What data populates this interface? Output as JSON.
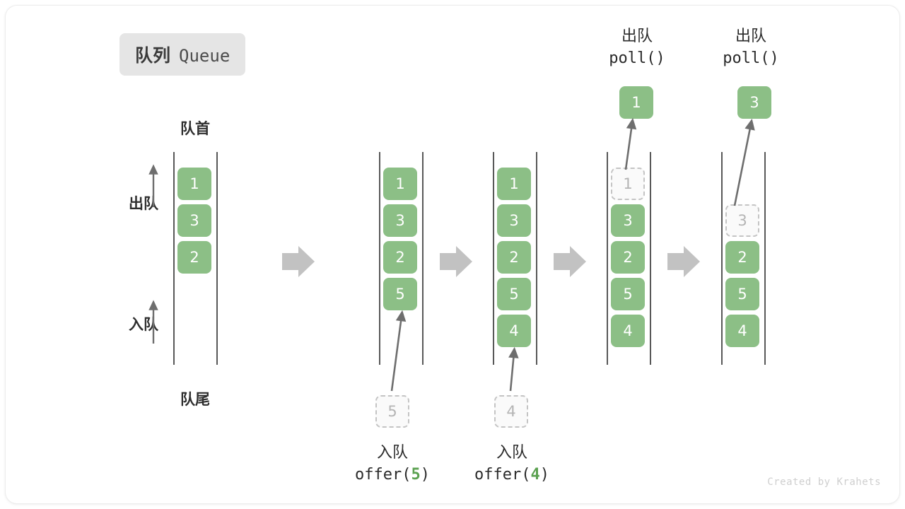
{
  "title": {
    "zh": "队列",
    "en": "Queue"
  },
  "labels": {
    "head": "队首",
    "tail": "队尾",
    "dequeue_side": "出队",
    "enqueue_side": "入队"
  },
  "watermark": "Created by Krahets",
  "colors": {
    "cell_fill": "#8cbf86",
    "cell_text": "#ffffff",
    "ghost_border": "#c4c4c4",
    "ghost_text": "#b4b4b4",
    "rail": "#585858",
    "arrow": "#6e6e6e",
    "step_arrow": "#c2c2c2",
    "badge_bg": "#e5e5e5",
    "accent_green": "#5ba150"
  },
  "diagram": {
    "type": "queue-operations",
    "columns": [
      {
        "name": "initial",
        "cells": [
          {
            "value": "1",
            "state": "filled"
          },
          {
            "value": "3",
            "state": "filled"
          },
          {
            "value": "2",
            "state": "filled"
          }
        ]
      },
      {
        "name": "after-offer-5",
        "cells": [
          {
            "value": "1",
            "state": "filled"
          },
          {
            "value": "3",
            "state": "filled"
          },
          {
            "value": "2",
            "state": "filled"
          },
          {
            "value": "5",
            "state": "filled"
          }
        ],
        "incoming": {
          "value": "5",
          "state": "ghost"
        },
        "caption": {
          "zh": "入队",
          "fn": "offer(",
          "arg": "5",
          "close": ")"
        }
      },
      {
        "name": "after-offer-4",
        "cells": [
          {
            "value": "1",
            "state": "filled"
          },
          {
            "value": "3",
            "state": "filled"
          },
          {
            "value": "2",
            "state": "filled"
          },
          {
            "value": "5",
            "state": "filled"
          },
          {
            "value": "4",
            "state": "filled"
          }
        ],
        "incoming": {
          "value": "4",
          "state": "ghost"
        },
        "caption": {
          "zh": "入队",
          "fn": "offer(",
          "arg": "4",
          "close": ")"
        }
      },
      {
        "name": "after-poll-1",
        "cells": [
          {
            "value": "1",
            "state": "ghost"
          },
          {
            "value": "3",
            "state": "filled"
          },
          {
            "value": "2",
            "state": "filled"
          },
          {
            "value": "5",
            "state": "filled"
          },
          {
            "value": "4",
            "state": "filled"
          }
        ],
        "outgoing": {
          "value": "1",
          "state": "filled"
        },
        "caption": {
          "zh": "出队",
          "fn": "poll()",
          "arg": "",
          "close": ""
        }
      },
      {
        "name": "after-poll-3",
        "cells": [
          {
            "value": "",
            "state": "empty"
          },
          {
            "value": "3",
            "state": "ghost"
          },
          {
            "value": "2",
            "state": "filled"
          },
          {
            "value": "5",
            "state": "filled"
          },
          {
            "value": "4",
            "state": "filled"
          }
        ],
        "outgoing": {
          "value": "3",
          "state": "filled"
        },
        "caption": {
          "zh": "出队",
          "fn": "poll()",
          "arg": "",
          "close": ""
        }
      }
    ],
    "step_arrows": 4
  }
}
